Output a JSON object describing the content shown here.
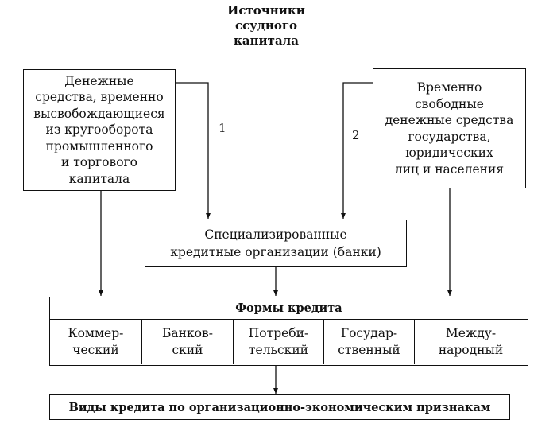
{
  "title": [
    "Источники",
    "ссудного",
    "капитала"
  ],
  "left_box": [
    "Денежные",
    "средства, временно",
    "высвобождающиеся",
    "из кругооборота",
    "промышленного",
    "и торгового",
    "капитала"
  ],
  "right_box": [
    "Временно",
    "свободные",
    "денежные средства",
    "государства,",
    "юридических",
    "лиц и населения"
  ],
  "label_1": "1",
  "label_2": "2",
  "banks_box": [
    "Специализированные",
    "кредитные организации (банки)"
  ],
  "forms": {
    "header": "Формы кредита",
    "cells": [
      [
        "Коммер-",
        "ческий"
      ],
      [
        "Банков-",
        "ский"
      ],
      [
        "Потреби-",
        "тельский"
      ],
      [
        "Государ-",
        "ственный"
      ],
      [
        "Между-",
        "народный"
      ]
    ]
  },
  "types_box": "Виды кредита по организационно-экономическим признакам"
}
